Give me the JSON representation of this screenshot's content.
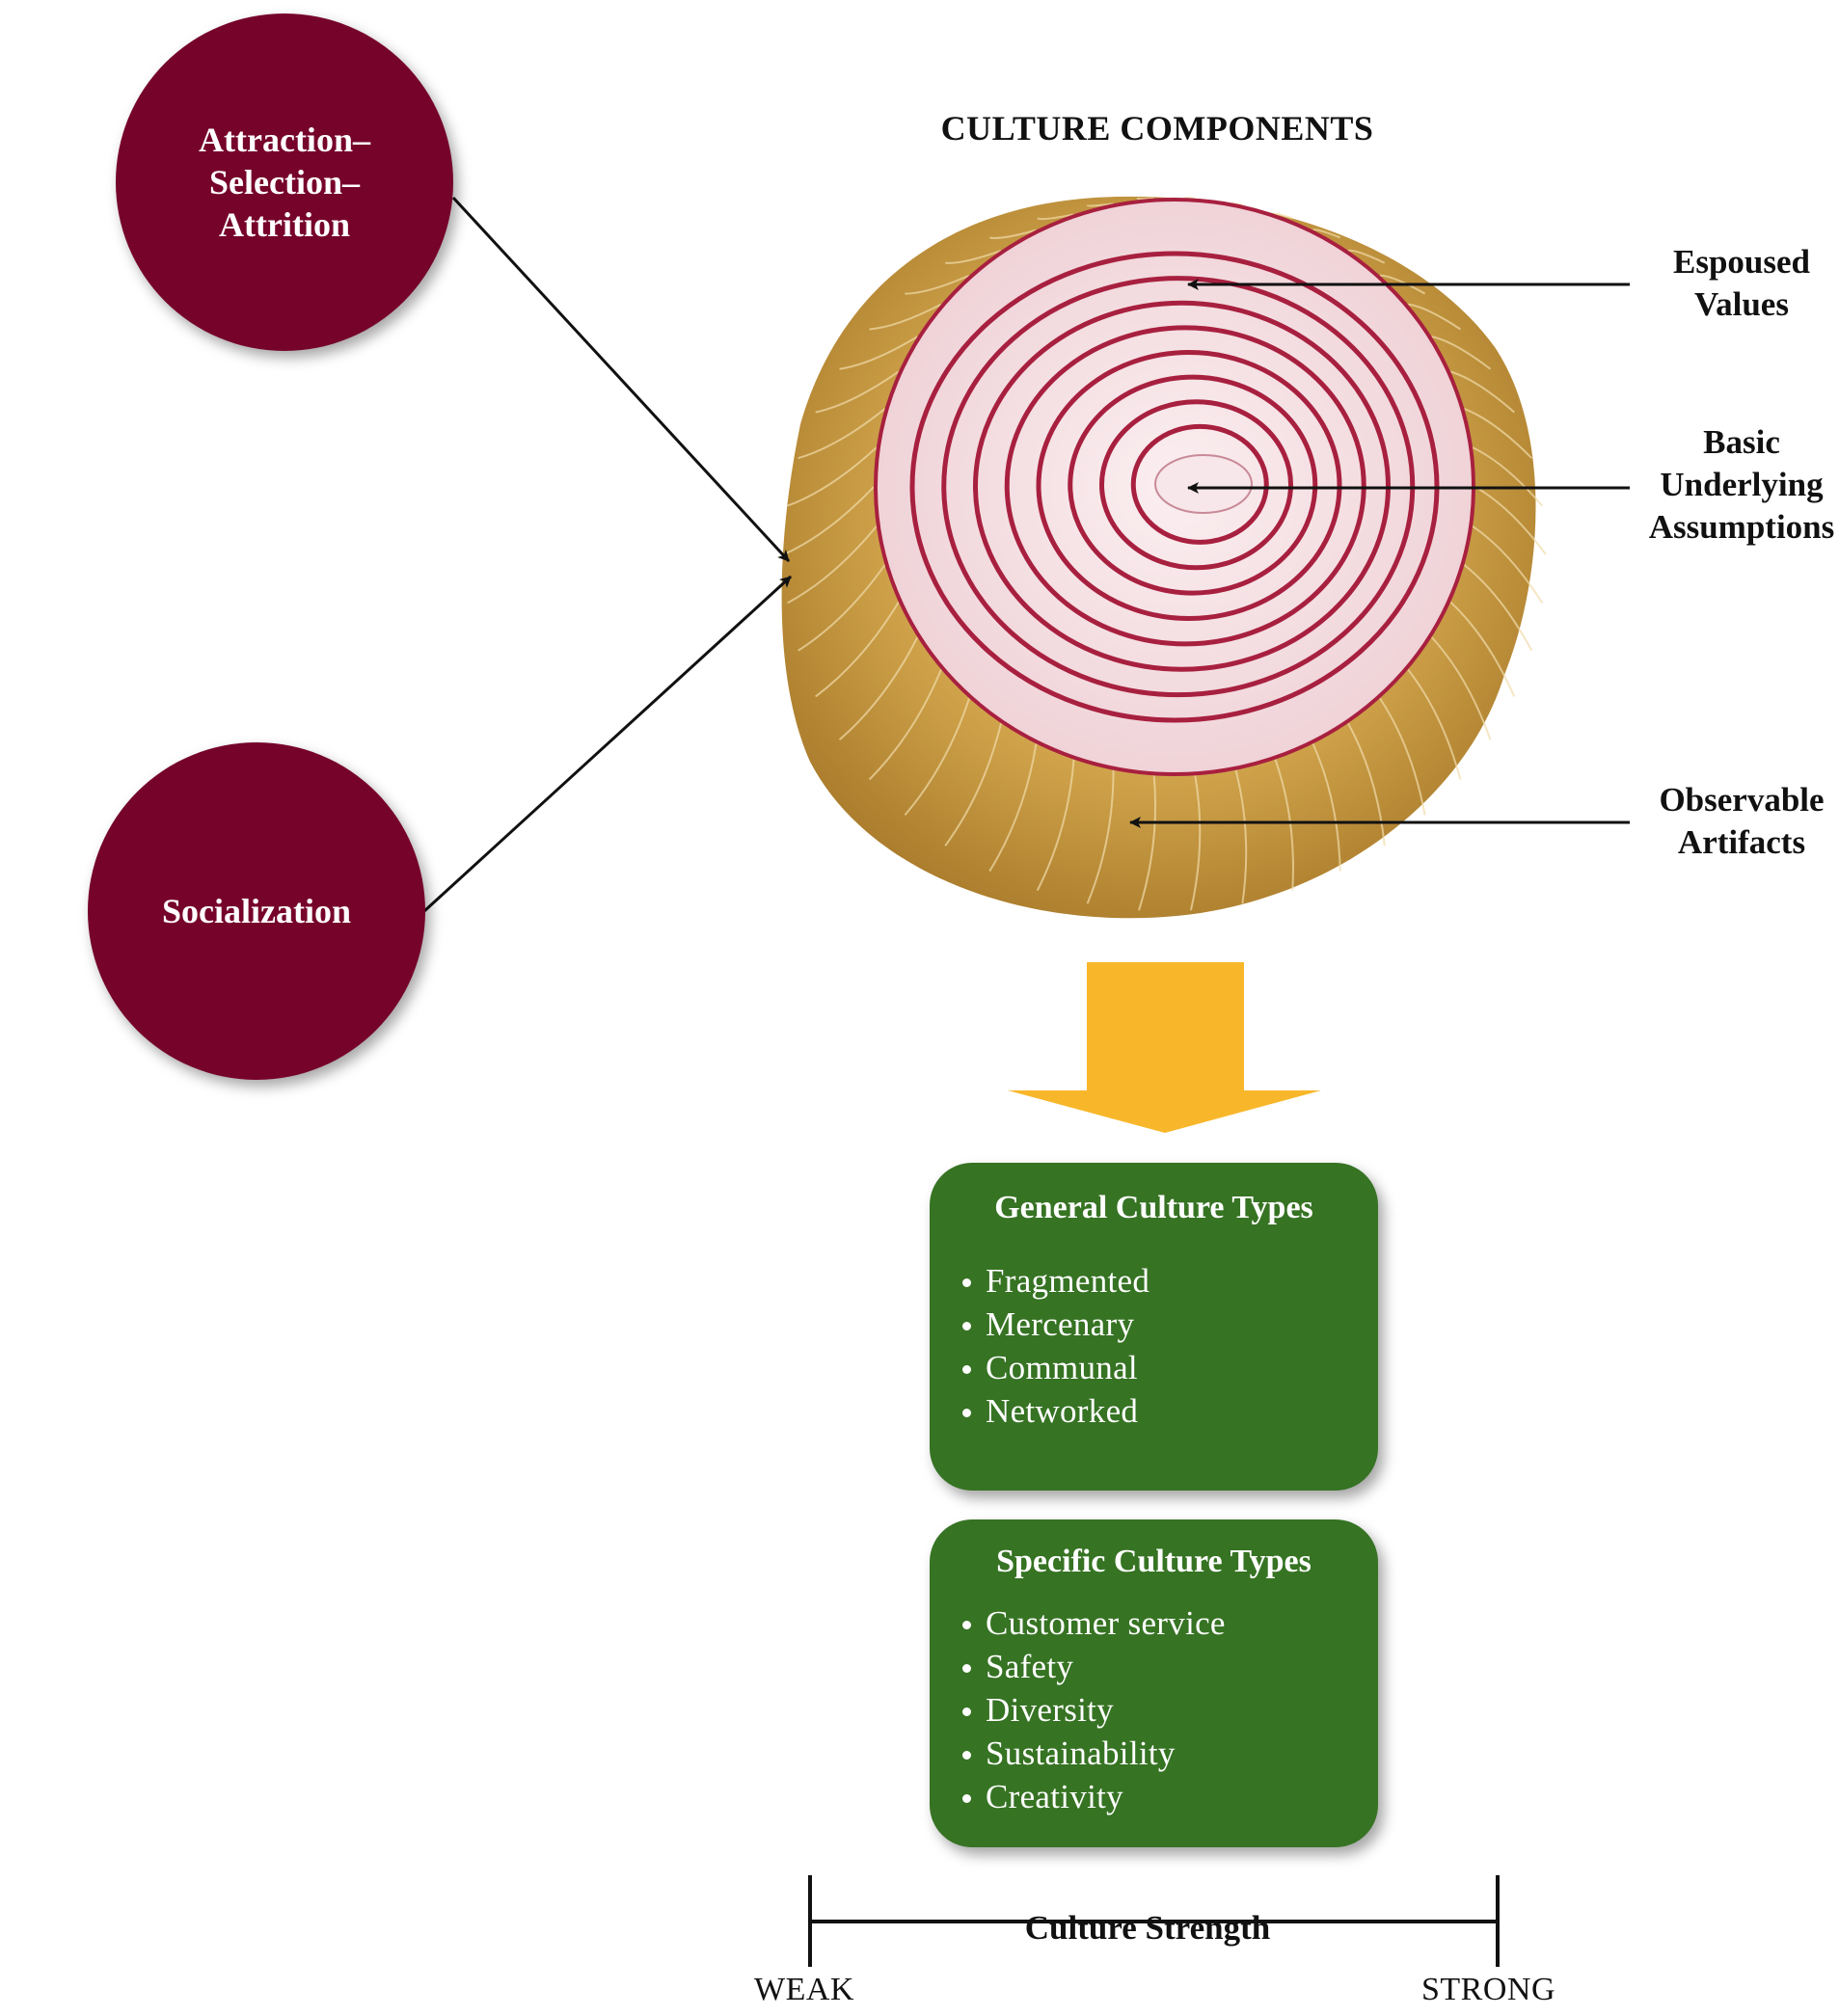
{
  "title": "CULTURE COMPONENTS",
  "inputs": [
    {
      "name": "attraction-selection-attrition",
      "label": "Attraction–\nSelection–\nAttrition"
    },
    {
      "name": "socialization",
      "label": "Socialization"
    }
  ],
  "layers": {
    "espoused_values": "Espoused\nValues",
    "basic_underlying_assumptions": "Basic\nUnderlying\nAssumptions",
    "observable_artifacts": "Observable\nArtifacts"
  },
  "general_types": {
    "heading": "General Culture Types",
    "items": [
      "Fragmented",
      "Mercenary",
      "Communal",
      "Networked"
    ]
  },
  "specific_types": {
    "heading": "Specific Culture Types",
    "items": [
      "Customer service",
      "Safety",
      "Diversity",
      "Sustainability",
      "Creativity"
    ]
  },
  "strength": {
    "label": "Culture Strength",
    "weak": "WEAK",
    "strong": "STRONG"
  },
  "colors": {
    "circle": "#76032a",
    "green_box": "#367323",
    "down_arrow": "#f8b72a",
    "onion_skin": "#c99a3b",
    "onion_ring": "#a8203f",
    "onion_flesh": "#f3dadd"
  }
}
